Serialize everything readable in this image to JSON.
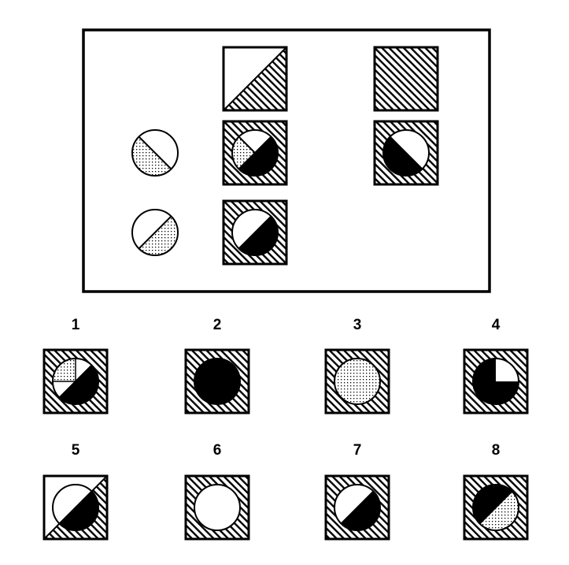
{
  "puzzle": {
    "answer_labels": [
      "1",
      "2",
      "3",
      "4",
      "5",
      "6",
      "7",
      "8"
    ]
  },
  "grid_cells": [
    {
      "row": 0,
      "col": 1,
      "frame": "lower-right",
      "icon": "square-diagonal-hatch-half-icon"
    },
    {
      "row": 0,
      "col": 2,
      "frame": "full",
      "icon": "square-hatched-icon"
    },
    {
      "row": 1,
      "col": 0,
      "circle": [
        "dot-lower-left"
      ],
      "icon": "circle-dotted-half-icon"
    },
    {
      "row": 1,
      "col": 1,
      "frame": "full",
      "circle": [
        "dot-lower-left",
        "black-lower-right"
      ],
      "icon": "square-circle-dot-black-icon"
    },
    {
      "row": 1,
      "col": 2,
      "frame": "full",
      "circle": [
        "black-lower-left"
      ],
      "icon": "square-circle-black-half-icon"
    },
    {
      "row": 2,
      "col": 0,
      "circle": [
        "dot-lower-right"
      ],
      "icon": "circle-dotted-half-icon"
    },
    {
      "row": 2,
      "col": 1,
      "frame": "full",
      "circle": [
        "black-lower-right"
      ],
      "icon": "square-circle-black-half-icon"
    }
  ],
  "answer_options": [
    {
      "label": "1",
      "frame": "full",
      "circle": [
        "dot-upper-left-quarter",
        "black-lower-right"
      ],
      "icon": "square-circle-dot-black-icon"
    },
    {
      "label": "2",
      "frame": "full",
      "circle": [
        "black-full"
      ],
      "icon": "square-circle-black-icon"
    },
    {
      "label": "3",
      "frame": "full",
      "circle": [
        "dot-full"
      ],
      "icon": "square-circle-dotted-icon"
    },
    {
      "label": "4",
      "frame": "full",
      "circle": [
        "black-notch-top-right"
      ],
      "icon": "square-circle-black-notch-icon"
    },
    {
      "label": "5",
      "frame": "lower-right",
      "circle": [
        "black-lower-right"
      ],
      "icon": "square-circle-black-half-icon"
    },
    {
      "label": "6",
      "frame": "full",
      "circle": [],
      "icon": "square-circle-empty-icon"
    },
    {
      "label": "7",
      "frame": "full",
      "circle": [
        "black-lower-right"
      ],
      "icon": "square-circle-black-half-icon"
    },
    {
      "label": "8",
      "frame": "full",
      "circle": [
        "black-upper-left",
        "dot-lower-right"
      ],
      "icon": "square-circle-black-dot-icon"
    }
  ]
}
